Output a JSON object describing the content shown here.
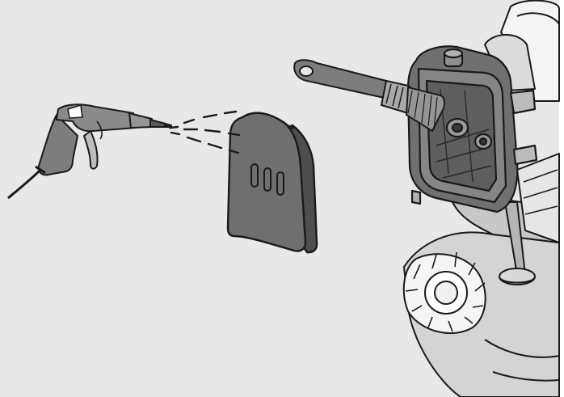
{
  "illustration": {
    "subjects": [
      "air-blow-gun",
      "foam-air-filter",
      "cleaning-brush",
      "air-filter-housing",
      "engine-with-recoil-starter"
    ]
  },
  "colors": {
    "panel_background": "#e8e8e8",
    "outline": "#1a1a1a",
    "filter_gray": "#6f6f6f",
    "housing_gray": "#707070",
    "engine_light": "#d6d6d6",
    "engine_white": "#f7f7f7",
    "tool_gray": "#8a8a8a"
  }
}
